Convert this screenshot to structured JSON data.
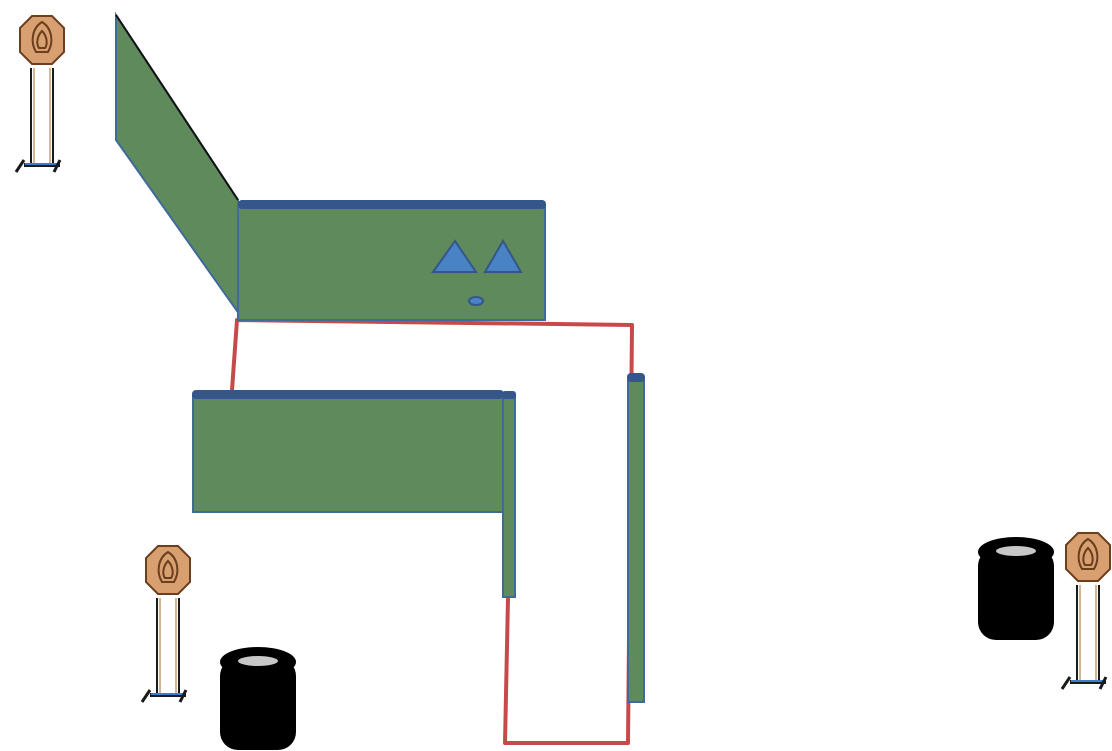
{
  "colors": {
    "background": "#ffffff",
    "wall_fill": "#5e8a5c",
    "wall_edge": "#3f6a9a",
    "wall_top": "#34568a",
    "fault_line": "#c8494a",
    "target_body": "#d8a070",
    "target_stroke": "#6b3e1e",
    "stand": "#1a1a1a",
    "stand_base": "#3d7bd1",
    "barrel": "#000000",
    "barrel_top": "#c8c8c8",
    "start_marker": "#4a82c6"
  },
  "stage_elements": {
    "targets": [
      "paper-target",
      "paper-target",
      "paper-target"
    ],
    "barrels": [
      "barrel-stack",
      "barrel-stack"
    ],
    "walls": [
      "angled-wall",
      "upper-wall",
      "lower-left-wall",
      "narrow-wall-left",
      "narrow-wall-right"
    ],
    "start_markers": [
      "triangle",
      "triangle",
      "oval"
    ],
    "fault_line": "shooting-area-boundary"
  }
}
